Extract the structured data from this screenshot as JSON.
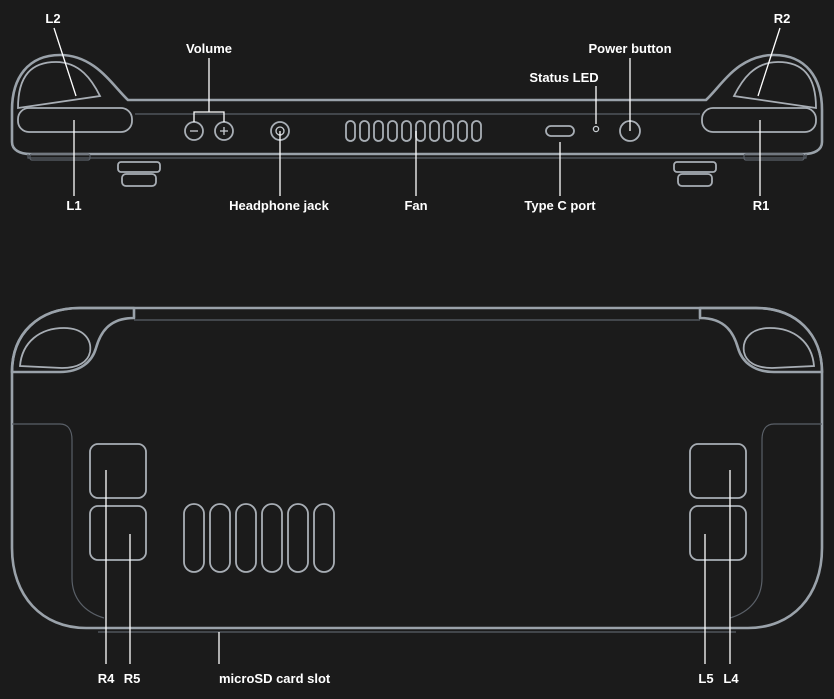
{
  "top_view": {
    "labels": {
      "l2": "L2",
      "r2": "R2",
      "volume": "Volume",
      "status_led": "Status LED",
      "power_button": "Power button",
      "l1": "L1",
      "headphone_jack": "Headphone jack",
      "fan": "Fan",
      "type_c_port": "Type C port",
      "r1": "R1"
    }
  },
  "back_view": {
    "labels": {
      "r4": "R4",
      "r5": "R5",
      "microsd_card_slot": "microSD card slot",
      "l5": "L5",
      "l4": "L4"
    }
  },
  "colors": {
    "background": "#1b1b1b",
    "device_outline": "#9aa2aa",
    "leader_line": "#ffffff",
    "text": "#ffffff"
  },
  "icons": {
    "volume_down": "minus-icon",
    "volume_up": "plus-icon"
  }
}
